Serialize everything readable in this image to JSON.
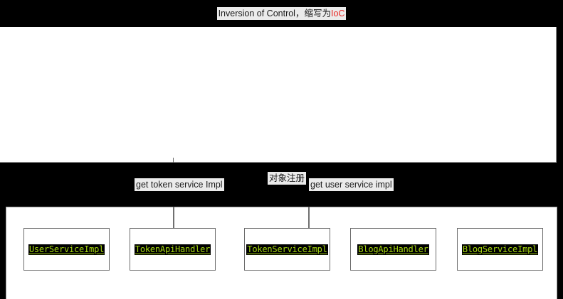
{
  "title": {
    "prefix": "Inversion of Control，缩写为",
    "accent": "IoC"
  },
  "colors": {
    "background": "#000000",
    "panel": "#ffffff",
    "panel_border": "#9b9b9b",
    "label_highlight": "#ebebeb",
    "title_accent_red": "#e82a26",
    "code_text_green": "#a5d610",
    "code_background": "#000000",
    "connector_line": "#707070",
    "box_border": "#6b6b6b"
  },
  "edge_labels": [
    {
      "id": "get-token-service-impl",
      "text": "get token service Impl"
    },
    {
      "id": "object-register",
      "text": "对象注册"
    },
    {
      "id": "get-user-service-impl",
      "text": "get user service impl"
    }
  ],
  "class_boxes": [
    {
      "id": "user-service-impl",
      "label": "UserServiceImpl"
    },
    {
      "id": "token-api-handler",
      "label": "TokenApiHandler"
    },
    {
      "id": "token-service-impl",
      "label": "TokenServiceImpl"
    },
    {
      "id": "blog-api-handler",
      "label": "BlogApiHandler"
    },
    {
      "id": "blog-service-impl",
      "label": "BlogServiceImpl"
    }
  ]
}
